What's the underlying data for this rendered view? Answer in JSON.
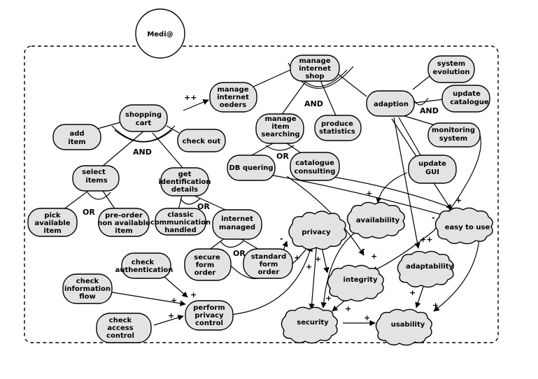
{
  "actor": "Medi@",
  "goals": {
    "manage_shop": [
      "manage",
      "internet",
      "shop"
    ],
    "manage_orders": [
      "manage",
      "internet",
      "oeders"
    ],
    "shopping_cart": [
      "shopping",
      "cart"
    ],
    "add_item": [
      "add",
      "item"
    ],
    "check_out": [
      "check out"
    ],
    "select_items": [
      "select",
      "items"
    ],
    "get_identification": [
      "get",
      "identification",
      "details"
    ],
    "pick_available": [
      "pick",
      "available",
      "item"
    ],
    "preorder": [
      "pre-order",
      "non available",
      "item"
    ],
    "classic_comm": [
      "classic",
      "communication",
      "handled"
    ],
    "internet_managed": [
      "internet",
      "managed"
    ],
    "secure_form": [
      "secure",
      "form",
      "order"
    ],
    "standard_form": [
      "standard",
      "form",
      "order"
    ],
    "check_authentication": [
      "check",
      "authentication"
    ],
    "check_info_flow": [
      "check",
      "information",
      "flow"
    ],
    "check_access": [
      "check",
      "access",
      "control"
    ],
    "perform_privacy": [
      "perform",
      "privacy",
      "control"
    ],
    "manage_searching": [
      "manage",
      "item",
      "searching"
    ],
    "produce_statistics": [
      "produce",
      "statistics"
    ],
    "db_quering": [
      "DB quering"
    ],
    "catalogue_consulting": [
      "catalogue",
      "consulting"
    ],
    "adaption": [
      "adaption"
    ],
    "system_evolution": [
      "system",
      "evolution"
    ],
    "update_catalogue": [
      "update",
      "catalogue"
    ],
    "monitoring_system": [
      "monitoring",
      "system"
    ],
    "update_gui": [
      "update",
      "GUI"
    ]
  },
  "softgoals": {
    "privacy": "privacy",
    "availability": "availability",
    "easy_to_use": "easy to use",
    "integrity": "integrity",
    "adaptability": "adaptability",
    "security": "security",
    "usability": "usability"
  },
  "operators": {
    "and_cart": "AND",
    "and_shop": "AND",
    "and_adaption": "AND",
    "or_select": "OR",
    "or_ident": "OR",
    "or_internet": "OR",
    "or_search": "OR"
  },
  "contributions": {
    "pp": "++",
    "p": "+",
    "m": "-"
  }
}
